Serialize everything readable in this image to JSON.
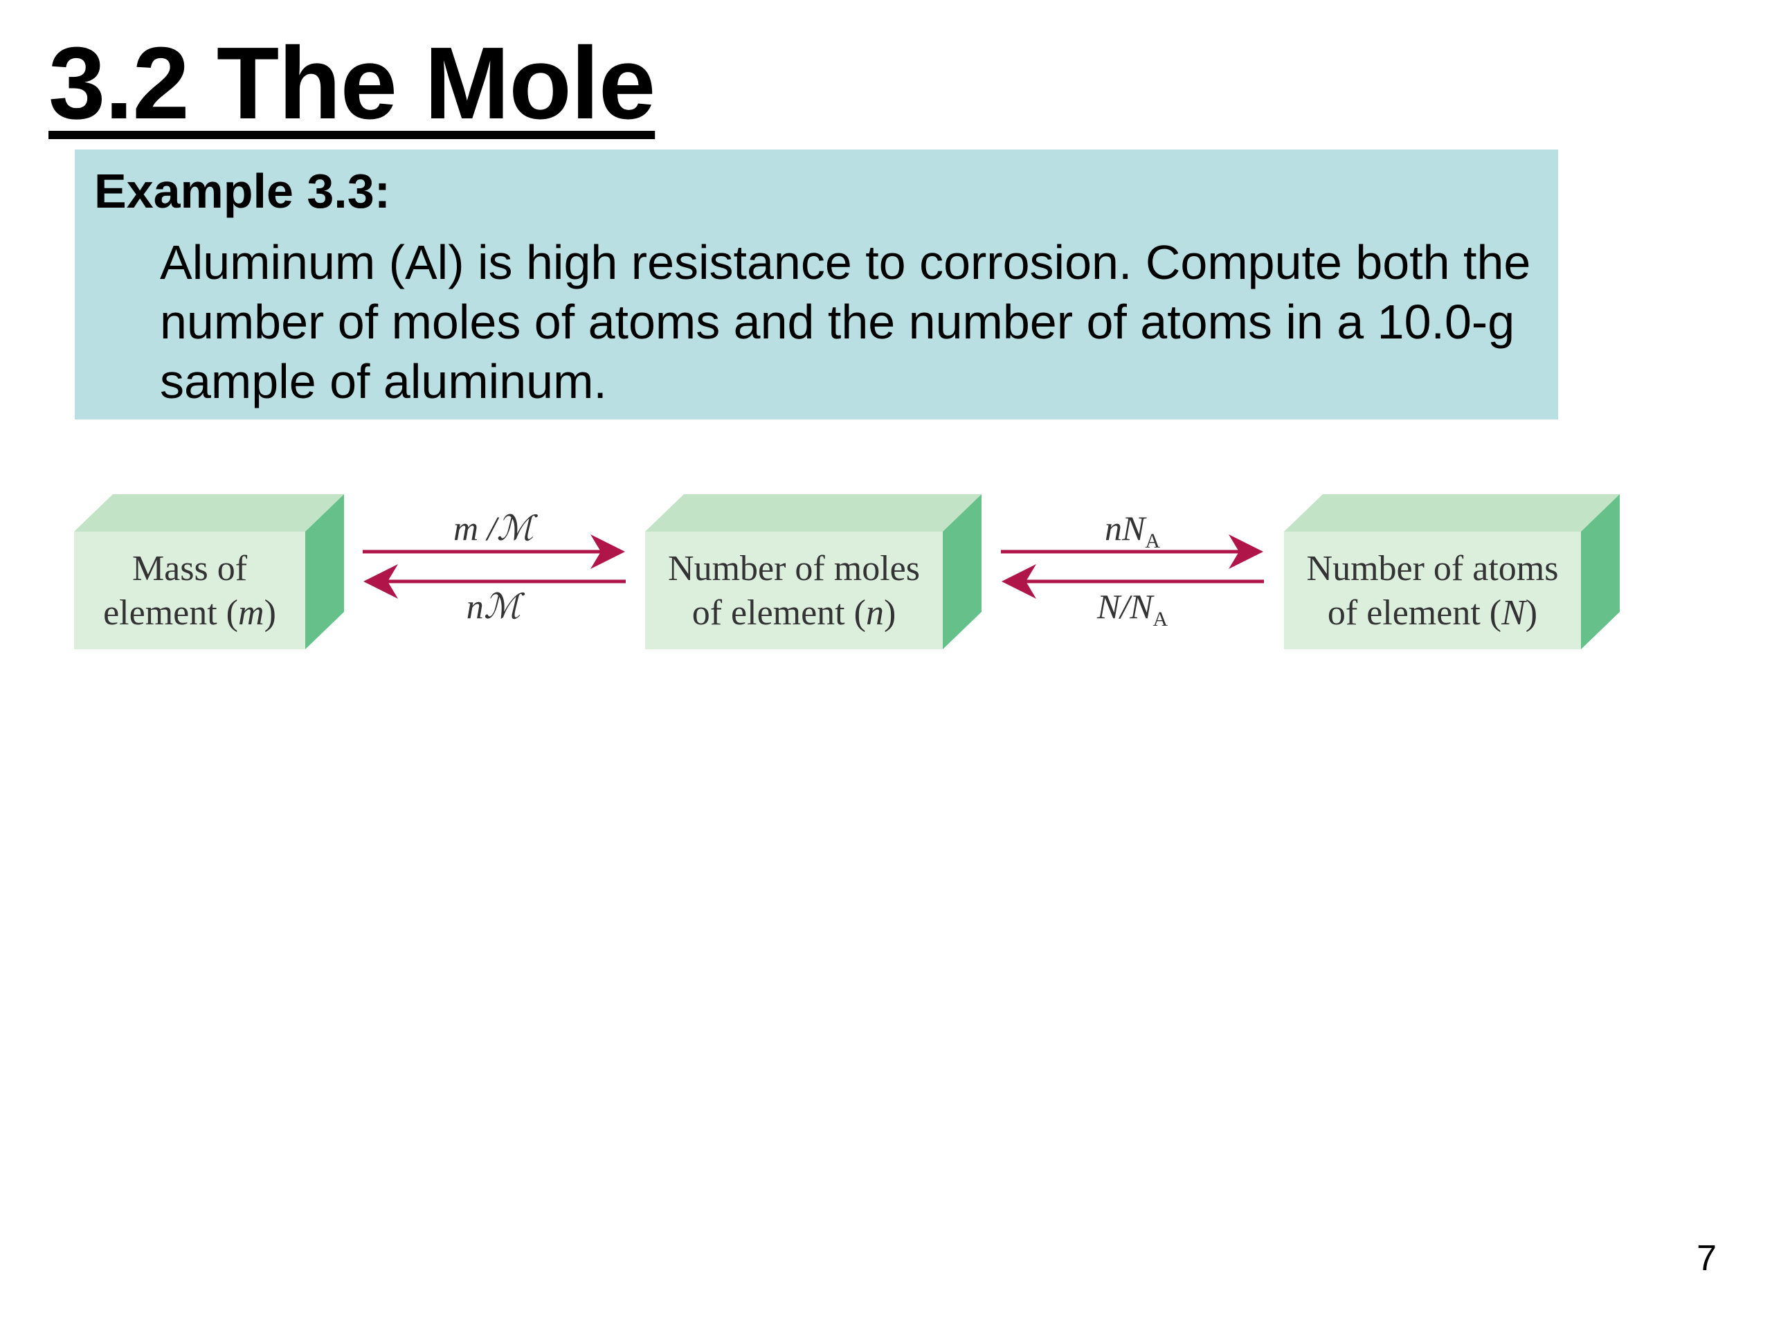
{
  "title": "3.2 The Mole",
  "example": {
    "heading": "Example 3.3:",
    "text": "Aluminum (Al) is high resistance to corrosion. Compute both the number of moles of atoms and the number of atoms in a 10.0-g sample of aluminum."
  },
  "diagram": {
    "boxes": [
      {
        "line1": "Mass of",
        "line2": "element (",
        "var": "m",
        "line2_end": ")"
      },
      {
        "line1": "Number of moles",
        "line2": "of element (",
        "var": "n",
        "line2_end": ")"
      },
      {
        "line1": "Number of atoms",
        "line2": "of element (",
        "var": "N",
        "line2_end": ")"
      }
    ],
    "arrows": [
      {
        "forward": "m /ℳ",
        "backward": "nℳ"
      },
      {
        "forward_base": "nN",
        "forward_sub": "A",
        "backward_base": "N/N",
        "backward_sub": "A"
      }
    ],
    "colors": {
      "box_front": "#dcefdd",
      "box_top": "#c3e3c7",
      "box_side": "#66c08a",
      "arrow": "#b0154a"
    }
  },
  "page_number": "7"
}
